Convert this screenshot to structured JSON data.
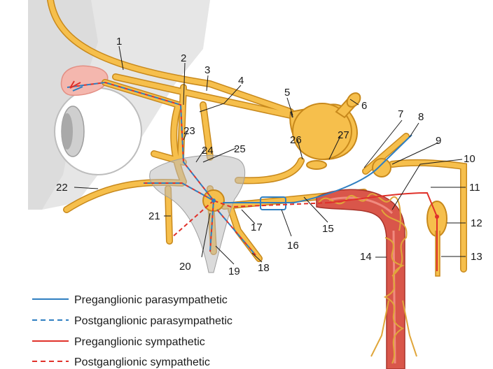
{
  "colors": {
    "head_fill": "#e6e6e6",
    "nerve_fill": "#f6bf4c",
    "nerve_stroke": "#c8891c",
    "parasympathetic": "#2f7fc1",
    "sympathetic": "#e0312a",
    "artery": "#d9564a",
    "gland": "#f4b7ae",
    "ganglion_box": "#2f7fc1"
  },
  "labels": [
    "1",
    "2",
    "3",
    "4",
    "5",
    "6",
    "7",
    "8",
    "9",
    "10",
    "11",
    "12",
    "13",
    "14",
    "15",
    "16",
    "17",
    "18",
    "19",
    "20",
    "21",
    "22",
    "23",
    "24",
    "25",
    "26",
    "27"
  ],
  "legend": [
    {
      "text": "Preganglionic parasympathetic",
      "color": "#2f7fc1",
      "style": "solid"
    },
    {
      "text": "Postganglionic parasympathetic",
      "color": "#2f7fc1",
      "style": "dashed"
    },
    {
      "text": "Preganglionic sympathetic",
      "color": "#e0312a",
      "style": "solid"
    },
    {
      "text": "Postganglionic sympathetic",
      "color": "#e0312a",
      "style": "dashed"
    }
  ]
}
